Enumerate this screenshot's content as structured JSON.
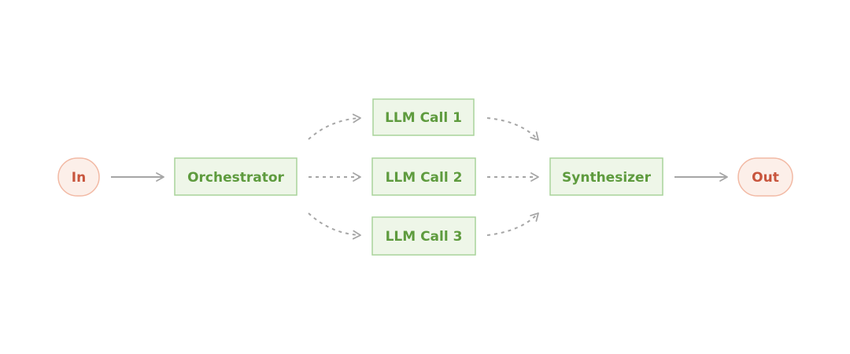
{
  "colors": {
    "terminal_fill": "#fcefe9",
    "terminal_stroke": "#f2b9a4",
    "terminal_text": "#c8553d",
    "box_fill": "#eef6e8",
    "box_stroke": "#a9d39a",
    "box_text": "#5e9b3e",
    "arrow": "#a6a6a6"
  },
  "nodes": {
    "input": "In",
    "orchestrator": "Orchestrator",
    "llm_call_1": "LLM Call 1",
    "llm_call_2": "LLM Call 2",
    "llm_call_3": "LLM Call 3",
    "synthesizer": "Synthesizer",
    "output": "Out"
  },
  "edges": [
    {
      "from": "input",
      "to": "orchestrator",
      "style": "solid"
    },
    {
      "from": "orchestrator",
      "to": "llm_call_1",
      "style": "dashed"
    },
    {
      "from": "orchestrator",
      "to": "llm_call_2",
      "style": "dashed"
    },
    {
      "from": "orchestrator",
      "to": "llm_call_3",
      "style": "dashed"
    },
    {
      "from": "llm_call_1",
      "to": "synthesizer",
      "style": "dashed"
    },
    {
      "from": "llm_call_2",
      "to": "synthesizer",
      "style": "dashed"
    },
    {
      "from": "llm_call_3",
      "to": "synthesizer",
      "style": "dashed"
    },
    {
      "from": "synthesizer",
      "to": "output",
      "style": "solid"
    }
  ]
}
